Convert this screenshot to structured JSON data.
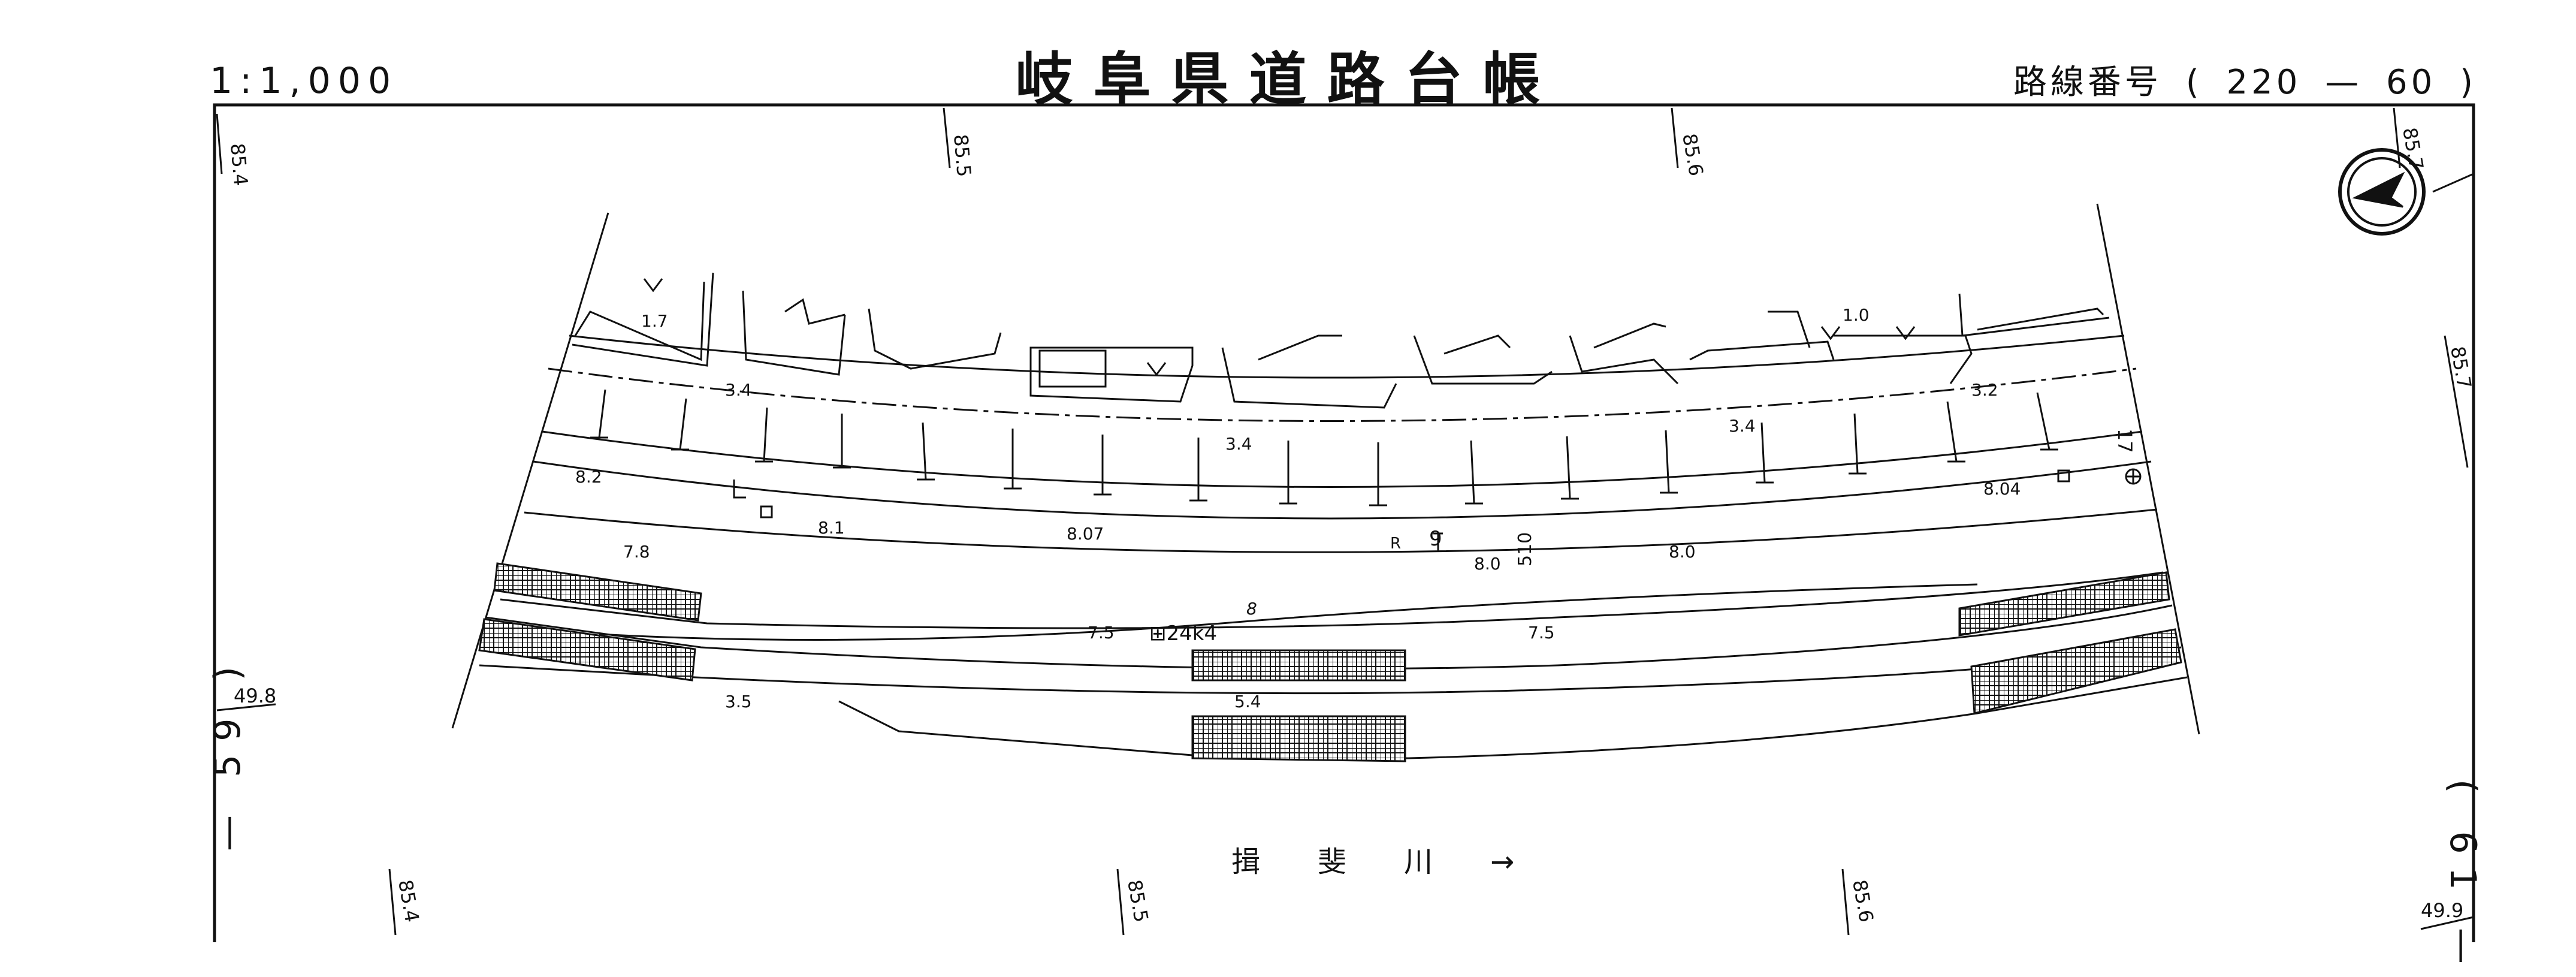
{
  "header": {
    "title": "岐阜県道路台帳",
    "scale": "1:1,000",
    "route_label": "路線番号",
    "route_open": "(",
    "route_number_1": "220",
    "route_dash": "—",
    "route_number_2": "60",
    "route_close": ")"
  },
  "sheet_refs": {
    "left": "— 59 )",
    "right": "( 61 —"
  },
  "grid_labels": {
    "top": [
      "85.4",
      "85.5",
      "85.6",
      "85.7"
    ],
    "bottom": [
      "85.4",
      "85.5",
      "85.6"
    ],
    "right": [
      "85.7",
      "49.9"
    ],
    "left": [
      "49.8"
    ]
  },
  "elevations": [
    "1.7",
    "3.4",
    "3.4",
    "3.4",
    "3.2",
    "1.0",
    "8.2",
    "8.04",
    "8.1",
    "8.07",
    "8.0",
    "8.0",
    "7.8",
    "8",
    "7.5",
    "7.5",
    "3.5",
    "5.4"
  ],
  "annotations": {
    "kilometer_post": "⊞24k4",
    "curve_radius": "R",
    "curve_values": [
      "9",
      "510"
    ],
    "marker_17": "17",
    "contour_8": "8"
  },
  "river": {
    "name": "揖斐川",
    "flow_arrow": "→"
  },
  "north_arrow": "north-arrow-icon",
  "colors": {
    "line": "#111111",
    "paper": "#ffffff"
  }
}
